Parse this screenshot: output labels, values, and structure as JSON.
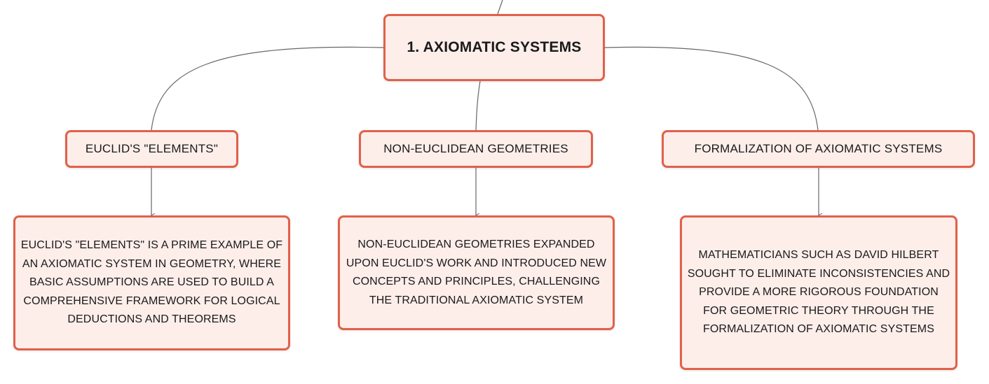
{
  "root": {
    "title": "1. AXIOMATIC SYSTEMS"
  },
  "branches": [
    {
      "label": "EUCLID'S \"ELEMENTS\"",
      "detail": "EUCLID'S \"ELEMENTS\" IS A PRIME EXAMPLE OF AN AXIOMATIC SYSTEM IN GEOMETRY, WHERE BASIC ASSUMPTIONS ARE USED TO BUILD A COMPREHENSIVE FRAMEWORK FOR LOGICAL DEDUCTIONS AND THEOREMS"
    },
    {
      "label": "NON-EUCLIDEAN GEOMETRIES",
      "detail": "NON-EUCLIDEAN GEOMETRIES EXPANDED UPON EUCLID'S WORK AND INTRODUCED NEW CONCEPTS AND PRINCIPLES, CHALLENGING THE TRADITIONAL AXIOMATIC SYSTEM"
    },
    {
      "label": "FORMALIZATION OF AXIOMATIC SYSTEMS",
      "detail": "MATHEMATICIANS SUCH AS DAVID HILBERT SOUGHT TO ELIMINATE INCONSISTENCIES AND PROVIDE A MORE RIGOROUS FOUNDATION FOR GEOMETRIC THEORY THROUGH THE FORMALIZATION OF AXIOMATIC SYSTEMS"
    }
  ],
  "colors": {
    "node_fill": "#fdeeea",
    "node_border": "#e2604a",
    "connector": "#666666"
  }
}
